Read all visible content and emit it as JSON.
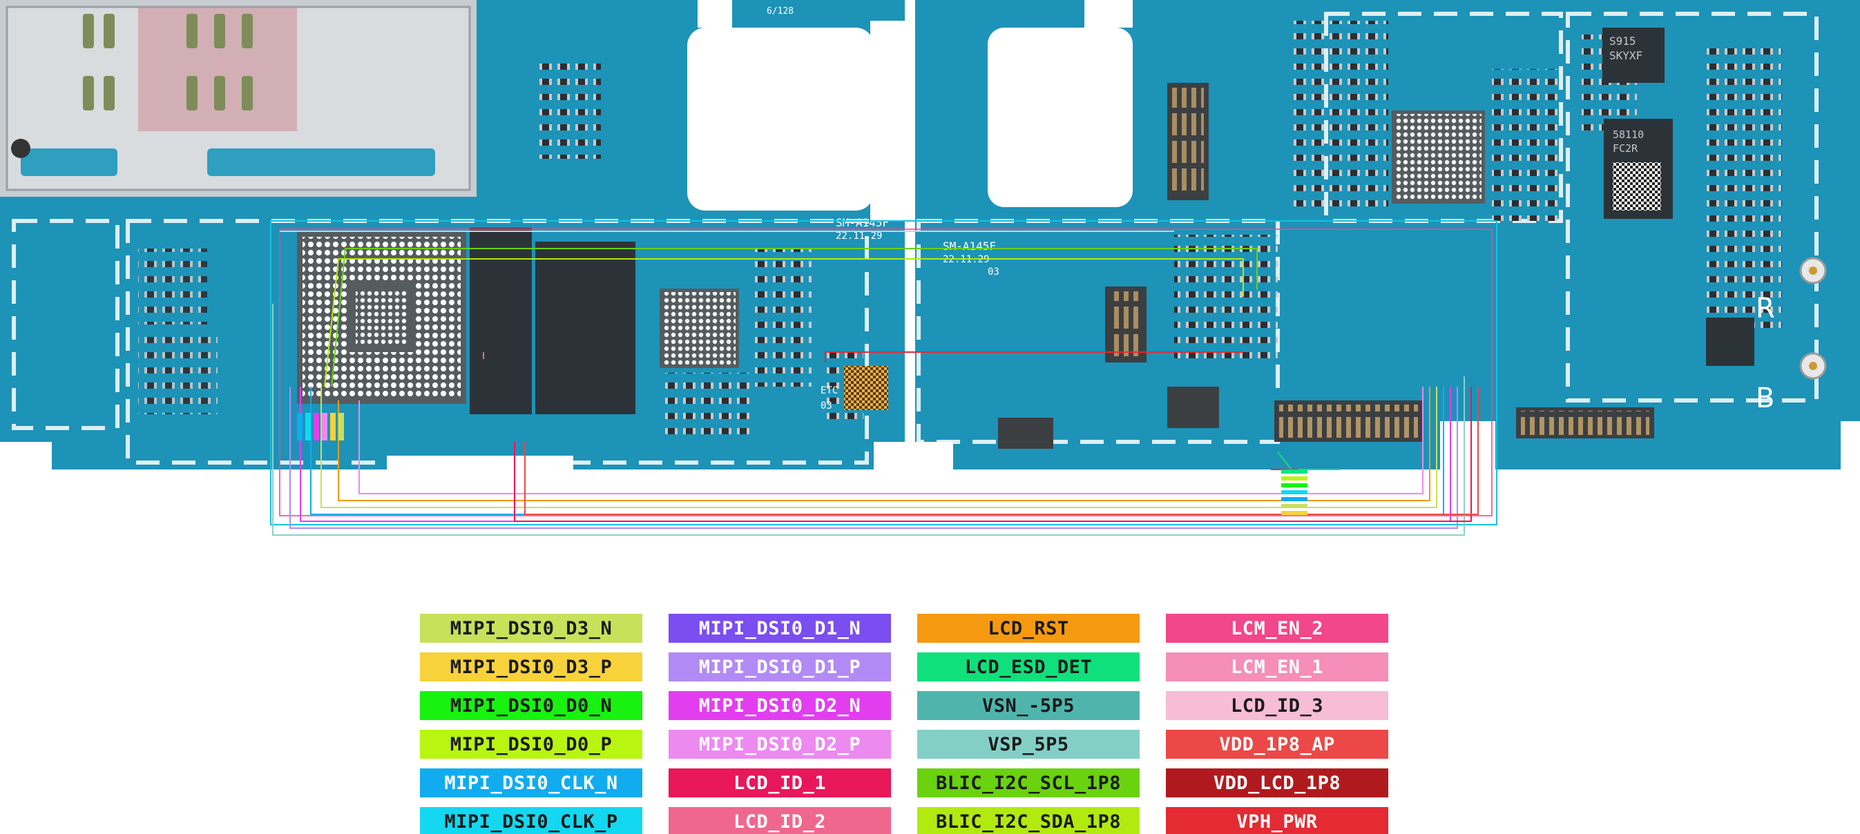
{
  "board": {
    "silkscreen_left": "SM-A145F",
    "date_left": "22.11.29",
    "silkscreen_right": "SM-A145F",
    "date_right": "22.11.29",
    "rev_right": "03",
    "etc_label": "ETC",
    "rev_left": "03",
    "top_marking": "6/128",
    "chip_code_1": "S915",
    "chip_code_2": "SKYXF",
    "chip_code_3": "58110",
    "chip_code_4": "FC2R",
    "corner_r": "R",
    "corner_b": "B",
    "colors": {
      "pcb": "#1d93b8",
      "pcb_dark": "#137a9c",
      "background": "#ffffff"
    }
  },
  "legend": [
    {
      "label": "MIPI_DSI0_D3_N",
      "bg": "#c8e05a",
      "fg": "#1a1a1a"
    },
    {
      "label": "MIPI_DSI0_D1_N",
      "bg": "#7a4ef0",
      "fg": "#ffffff"
    },
    {
      "label": "LCD_RST",
      "bg": "#f59a10",
      "fg": "#1a1a1a"
    },
    {
      "label": "LCM_EN_2",
      "bg": "#f2478a",
      "fg": "#ffffff"
    },
    {
      "label": "MIPI_DSI0_D3_P",
      "bg": "#f7d23a",
      "fg": "#1a1a1a"
    },
    {
      "label": "MIPI_DSI0_D1_P",
      "bg": "#b18af5",
      "fg": "#ffffff"
    },
    {
      "label": "LCD_ESD_DET",
      "bg": "#10e07c",
      "fg": "#1a1a1a"
    },
    {
      "label": "LCM_EN_1",
      "bg": "#f58eb8",
      "fg": "#ffffff"
    },
    {
      "label": "MIPI_DSI0_D0_N",
      "bg": "#17f20f",
      "fg": "#1a1a1a"
    },
    {
      "label": "MIPI_DSI0_D2_N",
      "bg": "#e23ef0",
      "fg": "#ffffff"
    },
    {
      "label": "VSN_-5P5",
      "bg": "#4fb5ac",
      "fg": "#1a1a1a"
    },
    {
      "label": "LCD_ID_3",
      "bg": "#f7bcd6",
      "fg": "#1a1a1a"
    },
    {
      "label": "MIPI_DSI0_D0_P",
      "bg": "#b8f510",
      "fg": "#1a1a1a"
    },
    {
      "label": "MIPI_DSI0_D2_P",
      "bg": "#ec8af0",
      "fg": "#ffffff"
    },
    {
      "label": "VSP_5P5",
      "bg": "#83cfc6",
      "fg": "#1a1a1a"
    },
    {
      "label": "VDD_1P8_AP",
      "bg": "#ec4848",
      "fg": "#ffffff"
    },
    {
      "label": "MIPI_DSI0_CLK_N",
      "bg": "#10acef",
      "fg": "#ffffff"
    },
    {
      "label": "LCD_ID_1",
      "bg": "#e8175a",
      "fg": "#ffffff"
    },
    {
      "label": "BLIC_I2C_SCL_1P8",
      "bg": "#6ad20f",
      "fg": "#1a1a1a"
    },
    {
      "label": "VDD_LCD_1P8",
      "bg": "#b01a1e",
      "fg": "#ffffff"
    },
    {
      "label": "MIPI_DSI0_CLK_P",
      "bg": "#13d8f0",
      "fg": "#1a1a1a"
    },
    {
      "label": "LCD_ID_2",
      "bg": "#f0678e",
      "fg": "#ffffff"
    },
    {
      "label": "BLIC_I2C_SDA_1P8",
      "bg": "#b2ea0f",
      "fg": "#1a1a1a"
    },
    {
      "label": "VPH_PWR",
      "bg": "#e42a32",
      "fg": "#ffffff"
    }
  ]
}
